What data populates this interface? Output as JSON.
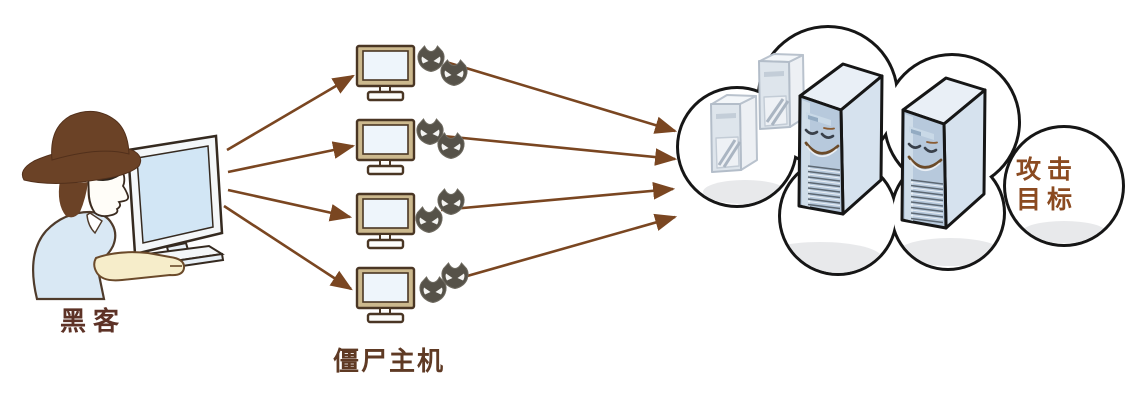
{
  "scene": {
    "labels": {
      "hacker": "黑客",
      "zombie_hosts": "僵尸主机",
      "attack_target_line1": "攻击",
      "attack_target_line2": "目标"
    },
    "structure": {
      "zombie_host_count": 4,
      "bug_icons_per_host": 2,
      "command_arrows_from_hacker": 4,
      "attack_arrows_to_target": 4,
      "target_servers_large": 2,
      "target_servers_small": 2
    },
    "colors": {
      "arrow": "#7a4621",
      "hacker_label_text": "#5d3226",
      "zombie_label_text": "#5f3a24",
      "target_label_text": "#8b4a20",
      "bug_icon": "#565249",
      "zombie_monitor_frame": "#ccb98e",
      "zombie_monitor_screen": "#eef5fb",
      "cloud_fill": "#ffffff",
      "cloud_outline": "#161616",
      "server_front": "#b7c9dc",
      "server_side": "#d6e2ee",
      "server_top": "#e9eff6",
      "hat": "#6b4226",
      "shirt": "#d9e8f4",
      "arm_skin": "#f6edca",
      "hacker_screen": "#d2e6f5"
    }
  }
}
